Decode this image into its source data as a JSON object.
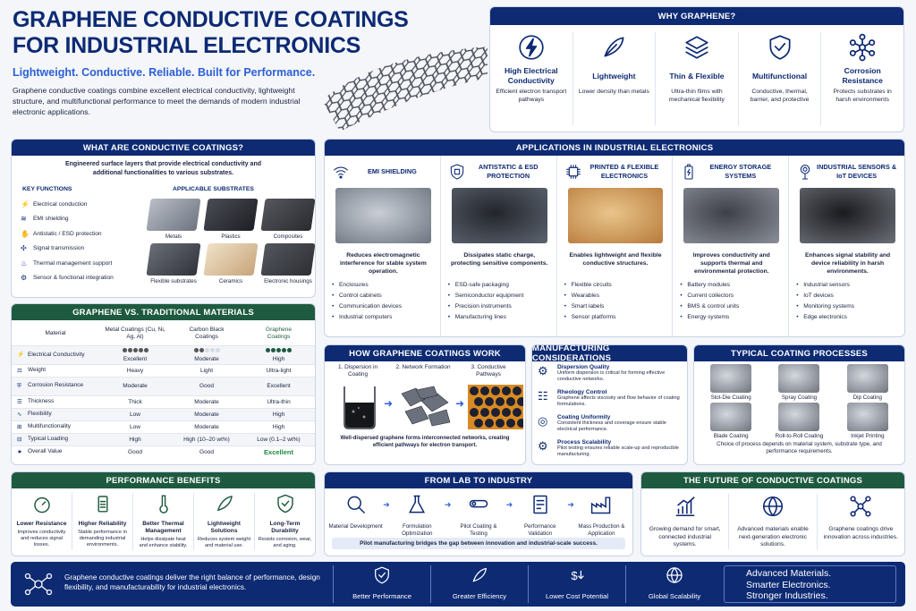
{
  "header": {
    "title1": "GRAPHENE CONDUCTIVE COATINGS",
    "title2": "FOR INDUSTRIAL ELECTRONICS",
    "tagline": "Lightweight. Conductive. Reliable. Built for Performance.",
    "intro": "Graphene conductive coatings combine excellent electrical conductivity, lightweight structure, and multifunctional performance to meet the demands of modern industrial electronic applications."
  },
  "why": {
    "title": "WHY GRAPHENE?",
    "items": [
      {
        "icon": "lightning-icon",
        "title": "High Electrical Conductivity",
        "desc": "Efficient electron transport pathways"
      },
      {
        "icon": "feather-icon",
        "title": "Lightweight",
        "desc": "Lower density than metals"
      },
      {
        "icon": "layers-icon",
        "title": "Thin & Flexible",
        "desc": "Ultra-thin films with mechanical flexibility"
      },
      {
        "icon": "shield-check-icon",
        "title": "Multifunctional",
        "desc": "Conductive, thermal, barrier, and protective"
      },
      {
        "icon": "molecule-icon",
        "title": "Corrosion Resistance",
        "desc": "Protects substrates in harsh environments"
      }
    ]
  },
  "what": {
    "title": "WHAT ARE CONDUCTIVE COATINGS?",
    "subtitle": "Engineered surface layers that provide electrical conductivity and additional functionalities to various substrates.",
    "kf_title": "KEY FUNCTIONS",
    "functions": [
      "Electrical conduction",
      "EMI shielding",
      "Antistatic / ESD protection",
      "Signal transmission",
      "Thermal management support",
      "Sensor & functional integration"
    ],
    "subs_title": "APPLICABLE SUBSTRATES",
    "substrates": [
      "Metals",
      "Plastics",
      "Composites",
      "Flexible substrates",
      "Ceramics",
      "Electronic housings"
    ]
  },
  "compare": {
    "title": "GRAPHENE VS. TRADITIONAL MATERIALS",
    "col0": "Material",
    "col1": "Metal Coatings (Cu, Ni, Ag, Al)",
    "col2": "Carbon Black Coatings",
    "col3": "Graphene Coatings",
    "rows": [
      {
        "label": "Electrical Conductivity",
        "v1": "Excellent",
        "v2": "Moderate",
        "v3": "High",
        "d1": 5,
        "d2": 2,
        "d3": 5
      },
      {
        "label": "Weight",
        "v1": "Heavy",
        "v2": "Light",
        "v3": "Ultra-light"
      },
      {
        "label": "Corrosion Resistance",
        "v1": "Moderate",
        "v2": "Good",
        "v3": "Excellent"
      },
      {
        "label": "Thickness",
        "v1": "Thick",
        "v2": "Moderate",
        "v3": "Ultra-thin"
      },
      {
        "label": "Flexibility",
        "v1": "Low",
        "v2": "Moderate",
        "v3": "High"
      },
      {
        "label": "Multifunctionality",
        "v1": "Low",
        "v2": "Moderate",
        "v3": "High"
      },
      {
        "label": "Typical Loading",
        "v1": "High",
        "v2": "High (10–20 wt%)",
        "v3": "Low (0.1–2 wt%)"
      },
      {
        "label": "Overall Value",
        "v1": "Good",
        "v2": "Good",
        "v3": "Excellent"
      }
    ]
  },
  "apps": {
    "title": "APPLICATIONS IN INDUSTRIAL ELECTRONICS",
    "items": [
      {
        "icon": "wifi-icon",
        "title": "EMI SHIELDING",
        "desc": "Reduces electromagnetic interference for stable system operation.",
        "list": [
          "Enclosures",
          "Control cabinets",
          "Communication devices",
          "Industrial computers"
        ]
      },
      {
        "icon": "shield-icon",
        "title": "ANTISTATIC & ESD PROTECTION",
        "desc": "Dissipates static charge, protecting sensitive components.",
        "list": [
          "ESD-safe packaging",
          "Semiconductor equipment",
          "Precision instruments",
          "Manufacturing lines"
        ]
      },
      {
        "icon": "circuit-icon",
        "title": "PRINTED & FLEXIBLE ELECTRONICS",
        "desc": "Enables lightweight and flexible conductive structures.",
        "list": [
          "Flexible circuits",
          "Wearables",
          "Smart labels",
          "Sensor platforms"
        ]
      },
      {
        "icon": "battery-icon",
        "title": "ENERGY STORAGE SYSTEMS",
        "desc": "Improves conductivity and supports thermal and environmental protection.",
        "list": [
          "Battery modules",
          "Current collectors",
          "BMS & control units",
          "Energy systems"
        ]
      },
      {
        "icon": "sensor-icon",
        "title": "INDUSTRIAL SENSORS & IoT DEVICES",
        "desc": "Enhances signal stability and device reliability in harsh environments.",
        "list": [
          "Industrial sensors",
          "IoT devices",
          "Monitoring systems",
          "Edge electronics"
        ]
      }
    ]
  },
  "how": {
    "title": "HOW GRAPHENE COATINGS WORK",
    "steps": [
      "1. Dispersion in Coating",
      "2. Network Formation",
      "3. Conductive Pathways"
    ],
    "caption": "Well-dispersed graphene forms interconnected networks, creating efficient pathways for electron transport."
  },
  "mfg": {
    "title": "MANUFACTURING CONSIDERATIONS",
    "items": [
      {
        "title": "Dispersion Quality",
        "desc": "Uniform dispersion is critical for forming effective conductive networks."
      },
      {
        "title": "Rheology Control",
        "desc": "Graphene affects viscosity and flow behavior of coating formulations."
      },
      {
        "title": "Coating Uniformity",
        "desc": "Consistent thickness and coverage ensure stable electrical performance."
      },
      {
        "title": "Process Scalability",
        "desc": "Pilot testing ensures reliable scale-up and reproducible manufacturing."
      }
    ]
  },
  "proc": {
    "title": "TYPICAL COATING PROCESSES",
    "items": [
      "Slot-Die Coating",
      "Spray Coating",
      "Dip Coating",
      "Blade Coating",
      "Roll-to-Roll Coating",
      "Inkjet Printing"
    ],
    "note": "Choice of process depends on material system, substrate type, and performance requirements."
  },
  "perf": {
    "title": "PERFORMANCE BENEFITS",
    "items": [
      {
        "title": "Lower Resistance",
        "desc": "Improves conductivity and reduces signal losses."
      },
      {
        "title": "Higher Reliability",
        "desc": "Stable performance in demanding industrial environments."
      },
      {
        "title": "Better Thermal Management",
        "desc": "Helps dissipate heat and enhance stability."
      },
      {
        "title": "Lightweight Solutions",
        "desc": "Reduces system weight and material use."
      },
      {
        "title": "Long-Term Durability",
        "desc": "Resists corrosion, wear, and aging."
      }
    ]
  },
  "lab": {
    "title": "FROM LAB TO INDUSTRY",
    "steps": [
      "Material Development",
      "Formulation Optimization",
      "Pilot Coating & Testing",
      "Performance Validation",
      "Mass Production & Application"
    ],
    "note": "Pilot manufacturing bridges the gap between innovation and industrial-scale success."
  },
  "future": {
    "title": "THE FUTURE OF CONDUCTIVE COATINGS",
    "items": [
      "Growing demand for smart, connected industrial systems.",
      "Advanced materials enable next-generation electronic solutions.",
      "Graphene coatings drive innovation across industries."
    ]
  },
  "footer": {
    "text": "Graphene conductive coatings deliver the right balance of performance, design flexibility, and manufacturability for industrial electronics.",
    "items": [
      "Better Performance",
      "Greater Efficiency",
      "Lower Cost Potential",
      "Global Scalability"
    ],
    "slogan": [
      "Advanced Materials.",
      "Smarter Electronics.",
      "Stronger Industries."
    ]
  },
  "colors": {
    "navy": "#0d2a73",
    "green": "#1e5a3f",
    "accent": "#2c5fd6"
  }
}
